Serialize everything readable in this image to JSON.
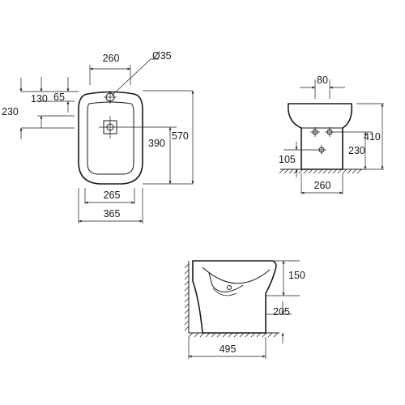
{
  "top_view": {
    "dim_hole_spacing": "260",
    "dim_hole_diameter": "Ø35",
    "dim_65": "65",
    "dim_130": "130",
    "dim_230": "230",
    "dim_390": "390",
    "dim_570": "570",
    "dim_265": "265",
    "dim_365": "365"
  },
  "front_view": {
    "dim_80": "80",
    "dim_410": "410",
    "dim_230": "230",
    "dim_105": "105",
    "dim_260": "260"
  },
  "side_view": {
    "dim_150": "150",
    "dim_205": "205",
    "dim_495": "495"
  }
}
